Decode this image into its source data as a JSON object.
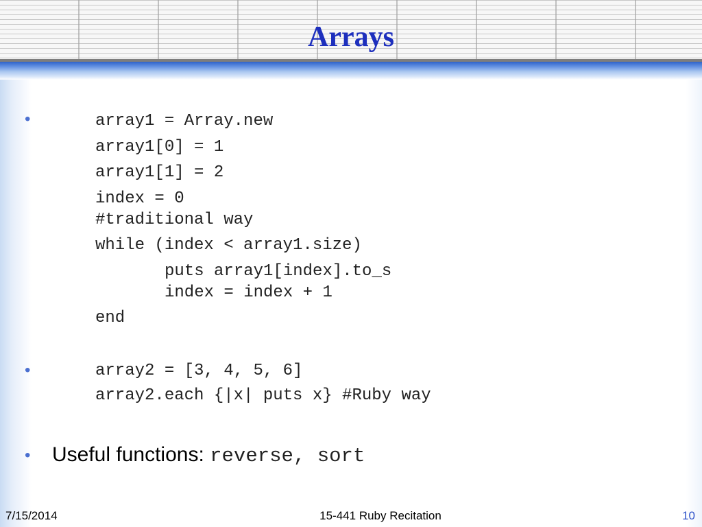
{
  "slide": {
    "title": "Arrays",
    "code_block_1": [
      "array1 = Array.new",
      "array1[0] = 1",
      "array1[1] = 2",
      "index = 0",
      "#traditional way",
      "while (index < array1.size)",
      "puts array1[index].to_s",
      "index = index + 1",
      "end"
    ],
    "code_block_2": [
      "array2 = [3, 4, 5, 6]",
      "array2.each {|x| puts x} #Ruby way"
    ],
    "bullet_glyph": "•",
    "useful_label": "Useful functions: ",
    "useful_functions": "reverse, sort"
  },
  "footer": {
    "date": "7/15/2014",
    "course": "15-441 Ruby Recitation",
    "page_number": "10"
  },
  "colors": {
    "title": "#1d2fbd",
    "bullet": "#4a6fd0",
    "page_number": "#2f53c9",
    "header_rule": "#2f63c9"
  }
}
